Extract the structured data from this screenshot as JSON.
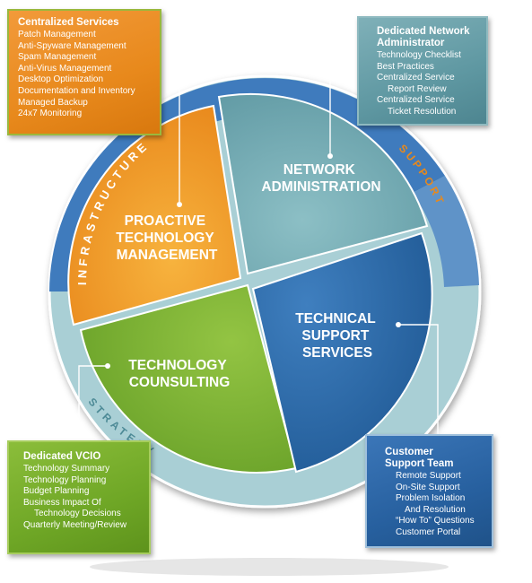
{
  "quadrants": {
    "proactive": [
      "PROACTIVE",
      "TECHNOLOGY",
      "MANAGEMENT"
    ],
    "network": [
      "NETWORK",
      "ADMINISTRATION"
    ],
    "technical": [
      "TECHNICAL",
      "SUPPORT",
      "SERVICES"
    ],
    "consulting": [
      "TECHNOLOGY",
      "COUNSULTING"
    ]
  },
  "ring_labels": {
    "infrastructure": "INFRASTRUCTURE",
    "support": "SUPPORT",
    "strategy": "STRATEGY"
  },
  "boxes": {
    "centralized": {
      "title": "Centralized Services",
      "items": [
        "Patch Management",
        "Anti-Spyware Management",
        "Spam Management",
        "Anti-Virus Management",
        "Desktop Optimization",
        "Documentation and Inventory",
        "Managed Backup",
        "24x7 Monitoring"
      ]
    },
    "network_admin": {
      "title": [
        "Dedicated Network",
        "Administrator"
      ],
      "items": [
        "Technology Checklist",
        "Best Practices",
        "Centralized Service",
        "Report Review",
        "Centralized Service",
        "Ticket Resolution"
      ]
    },
    "vcio": {
      "title": "Dedicated VCIO",
      "items": [
        "Technology Summary",
        "Technology Planning",
        "Budget Planning",
        "Business Impact Of",
        "Technology Decisions",
        "Quarterly Meeting/Review"
      ]
    },
    "customer": {
      "title": [
        "Customer",
        "Support Team"
      ],
      "items": [
        "Remote Support",
        "On-Site Support",
        "Problem Isolation",
        "And Resolution",
        "“How To” Questions",
        "Customer Portal"
      ]
    }
  },
  "colors": {
    "orange": "#f29a20",
    "teal": "#6fa4ad",
    "blue": "#2a6aaa",
    "green": "#7fb336",
    "ring_blue": "#3f7bbd",
    "ring_light": "#a9cfd5",
    "support_text": "#e8891c"
  }
}
